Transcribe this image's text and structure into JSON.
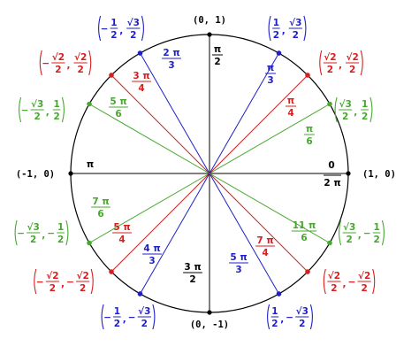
{
  "colors": {
    "black": "#000000",
    "blue": "#1f1fc8",
    "red": "#d81e1e",
    "green": "#46a82e"
  },
  "axis_points": [
    {
      "id": "right",
      "deg": 0,
      "label": "(1, 0)"
    },
    {
      "id": "top",
      "deg": 90,
      "label": "(0, 1)"
    },
    {
      "id": "left",
      "deg": 180,
      "label": "(-1, 0)"
    },
    {
      "id": "bottom",
      "deg": 270,
      "label": "(0, -1)"
    }
  ],
  "axis_angle_labels": [
    {
      "id": "zero",
      "text": "0"
    },
    {
      "id": "two-pi",
      "num": "2 π"
    },
    {
      "id": "pi",
      "text": "π"
    },
    {
      "id": "pi-over-2",
      "num": "π",
      "den": "2"
    },
    {
      "id": "three-pi-over-2",
      "num": "3 π",
      "den": "2"
    }
  ],
  "points": [
    {
      "deg": 30,
      "color": "green",
      "num": "π",
      "den": "6",
      "x": {
        "sign": "",
        "num": "√3",
        "den": "2"
      },
      "y": {
        "sign": "",
        "num": "1",
        "den": "2"
      }
    },
    {
      "deg": 45,
      "color": "red",
      "num": "π",
      "den": "4",
      "x": {
        "sign": "",
        "num": "√2",
        "den": "2"
      },
      "y": {
        "sign": "",
        "num": "√2",
        "den": "2"
      }
    },
    {
      "deg": 60,
      "color": "blue",
      "num": "π",
      "den": "3",
      "x": {
        "sign": "",
        "num": "1",
        "den": "2"
      },
      "y": {
        "sign": "",
        "num": "√3",
        "den": "2"
      }
    },
    {
      "deg": 120,
      "color": "blue",
      "num": "2 π",
      "den": "3",
      "x": {
        "sign": "−",
        "num": "1",
        "den": "2"
      },
      "y": {
        "sign": "",
        "num": "√3",
        "den": "2"
      }
    },
    {
      "deg": 135,
      "color": "red",
      "num": "3 π",
      "den": "4",
      "x": {
        "sign": "−",
        "num": "√2",
        "den": "2"
      },
      "y": {
        "sign": "",
        "num": "√2",
        "den": "2"
      }
    },
    {
      "deg": 150,
      "color": "green",
      "num": "5 π",
      "den": "6",
      "x": {
        "sign": "−",
        "num": "√3",
        "den": "2"
      },
      "y": {
        "sign": "",
        "num": "1",
        "den": "2"
      }
    },
    {
      "deg": 210,
      "color": "green",
      "num": "7 π",
      "den": "6",
      "x": {
        "sign": "−",
        "num": "√3",
        "den": "2"
      },
      "y": {
        "sign": "−",
        "num": "1",
        "den": "2"
      }
    },
    {
      "deg": 225,
      "color": "red",
      "num": "5 π",
      "den": "4",
      "x": {
        "sign": "−",
        "num": "√2",
        "den": "2"
      },
      "y": {
        "sign": "−",
        "num": "√2",
        "den": "2"
      }
    },
    {
      "deg": 240,
      "color": "blue",
      "num": "4 π",
      "den": "3",
      "x": {
        "sign": "−",
        "num": "1",
        "den": "2"
      },
      "y": {
        "sign": "−",
        "num": "√3",
        "den": "2"
      }
    },
    {
      "deg": 300,
      "color": "blue",
      "num": "5 π",
      "den": "3",
      "x": {
        "sign": "",
        "num": "1",
        "den": "2"
      },
      "y": {
        "sign": "−",
        "num": "√3",
        "den": "2"
      }
    },
    {
      "deg": 315,
      "color": "red",
      "num": "7 π",
      "den": "4",
      "x": {
        "sign": "",
        "num": "√2",
        "den": "2"
      },
      "y": {
        "sign": "−",
        "num": "√2",
        "den": "2"
      }
    },
    {
      "deg": 330,
      "color": "green",
      "num": "11 π",
      "den": "6",
      "x": {
        "sign": "",
        "num": "√3",
        "den": "2"
      },
      "y": {
        "sign": "−",
        "num": "1",
        "den": "2"
      }
    }
  ]
}
